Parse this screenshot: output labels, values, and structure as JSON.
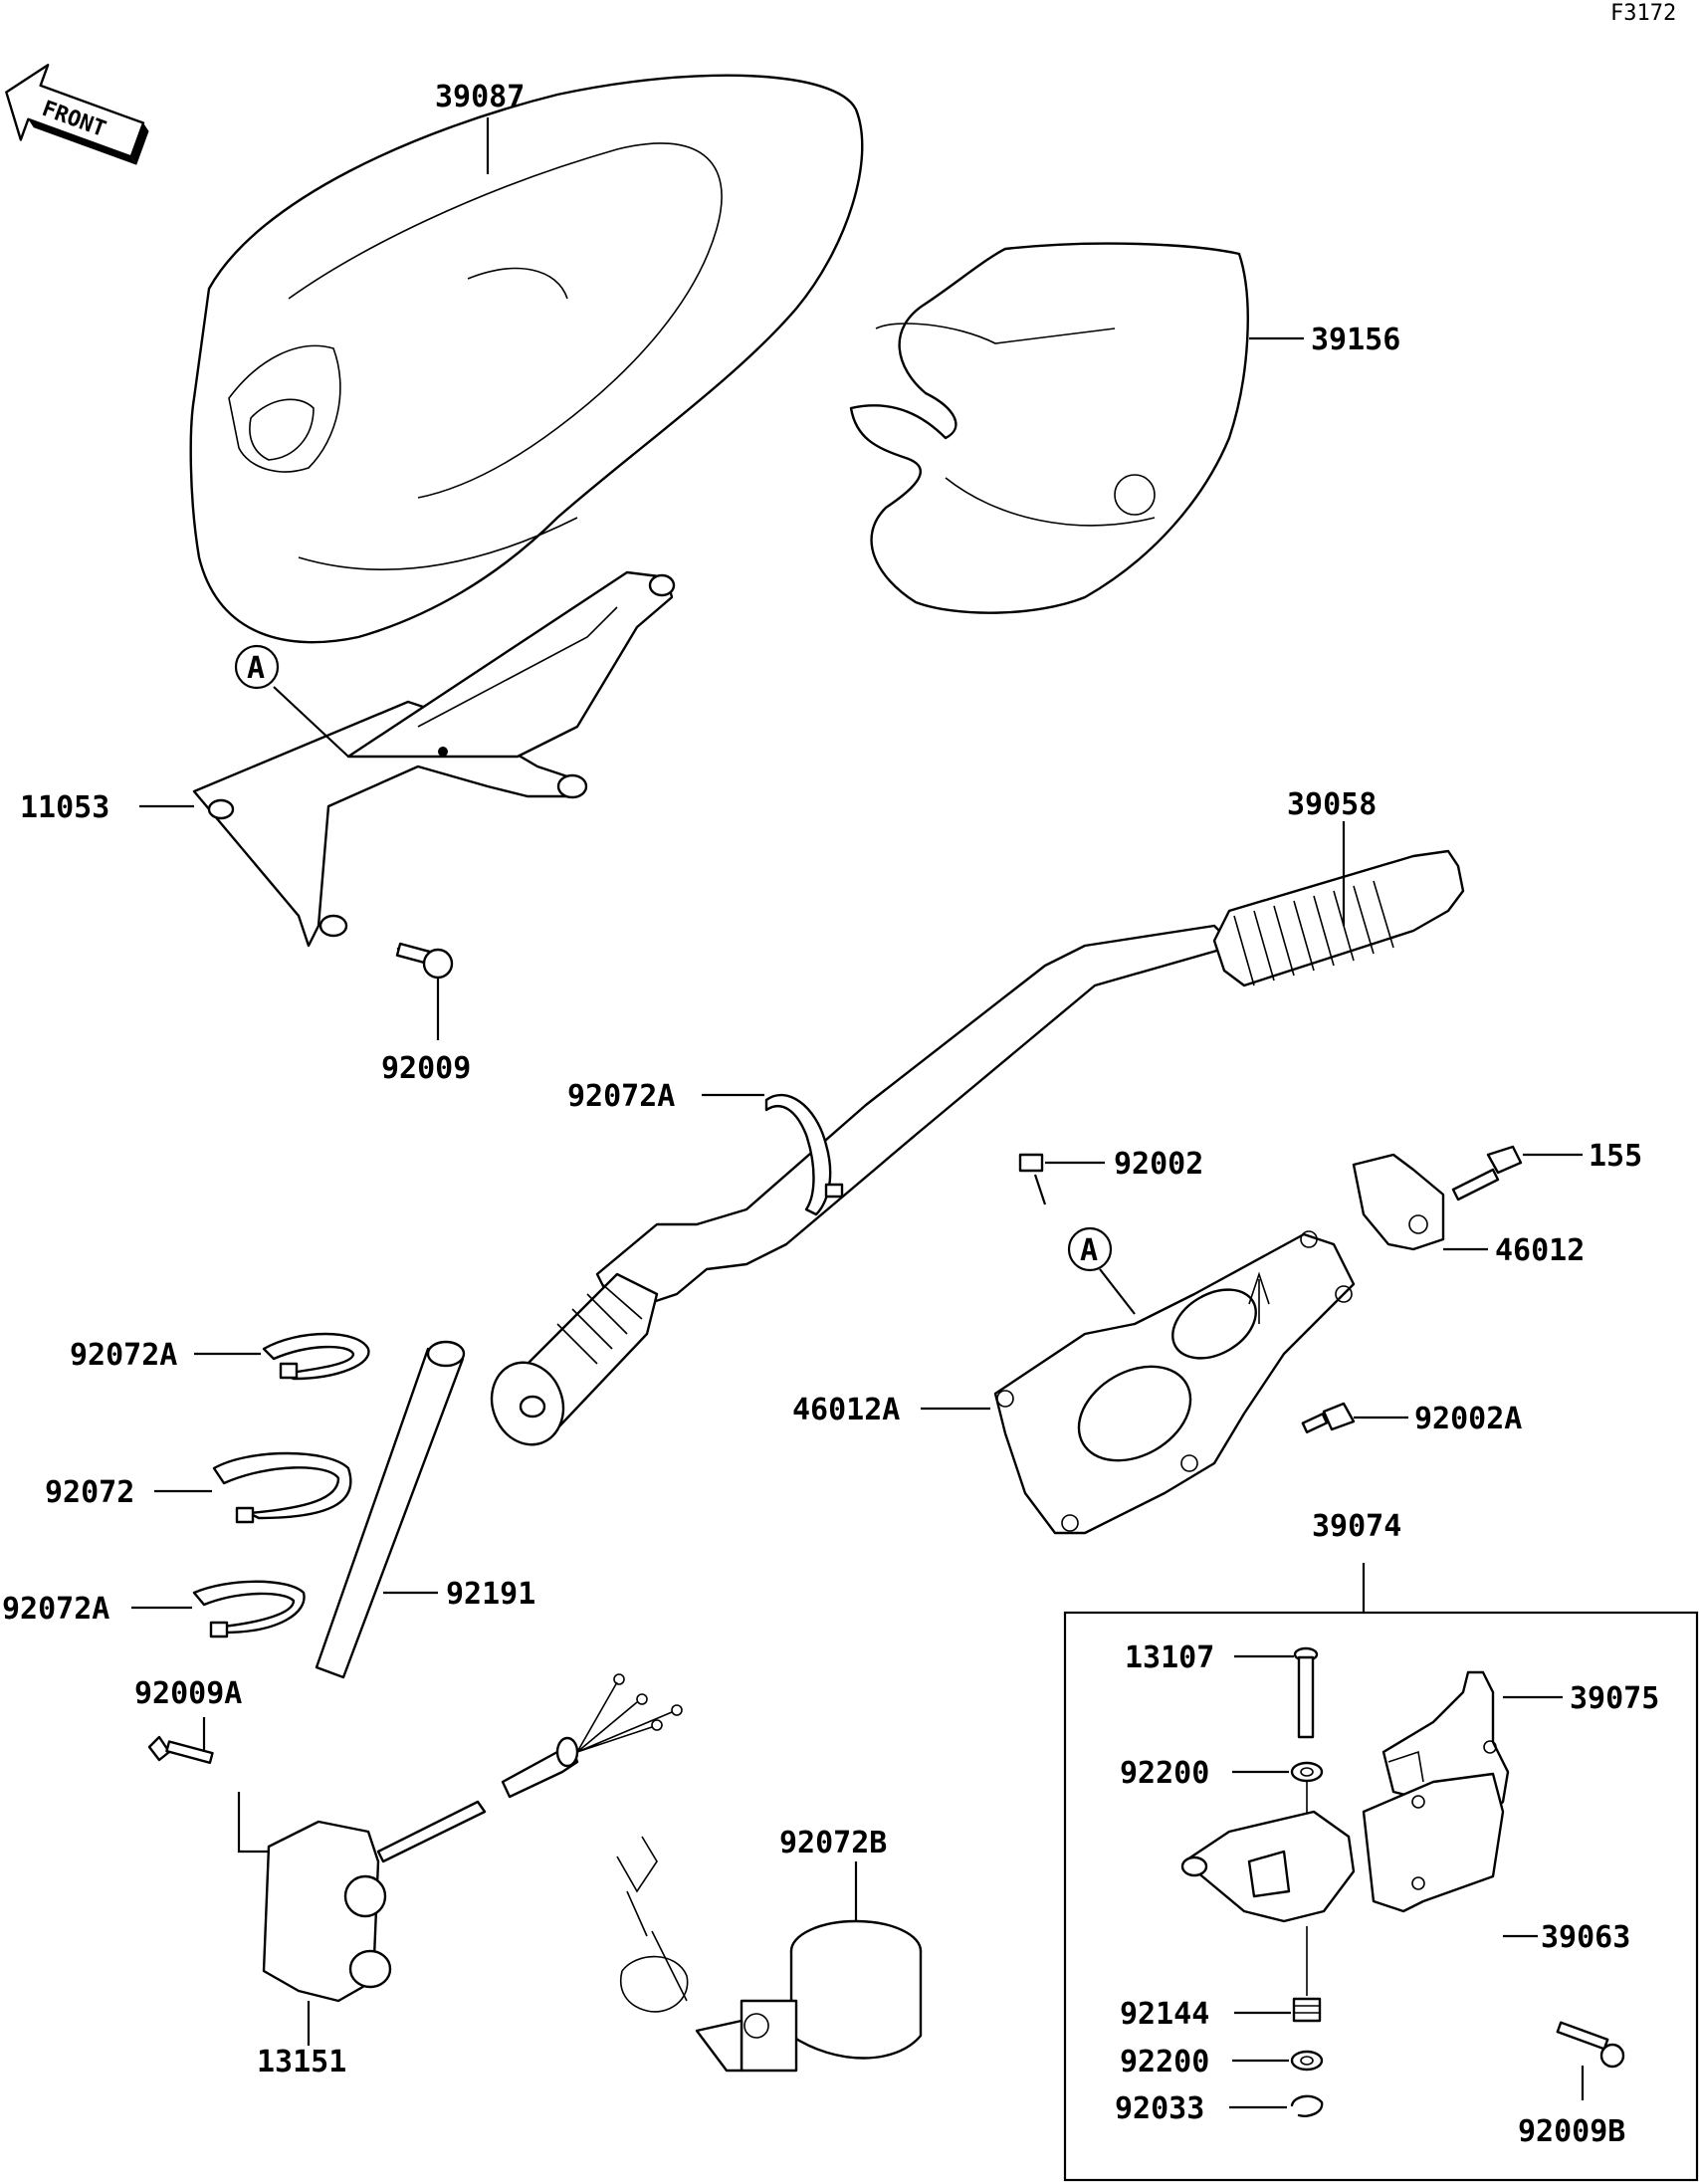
{
  "diagram_code": "F3172",
  "front_arrow": {
    "text": "FRONT",
    "icon": "front-arrow-icon"
  },
  "callout_letter": "A",
  "labels": {
    "p39087": "39087",
    "p39156": "39156",
    "p11053": "11053",
    "p92009": "92009",
    "p39058": "39058",
    "p92072A_1": "92072A",
    "p92002": "92002",
    "p155": "155",
    "p46012": "46012",
    "p46012A": "46012A",
    "p92002A": "92002A",
    "p92072A_2": "92072A",
    "p92072": "92072",
    "p92072A_3": "92072A",
    "p92191": "92191",
    "p92009A": "92009A",
    "p13151": "13151",
    "p92072B": "92072B",
    "p39074": "39074",
    "p13107": "13107",
    "p39075": "39075",
    "p92200_1": "92200",
    "p39063": "39063",
    "p92144": "92144",
    "p92200_2": "92200",
    "p92033": "92033",
    "p92009B": "92009B"
  }
}
